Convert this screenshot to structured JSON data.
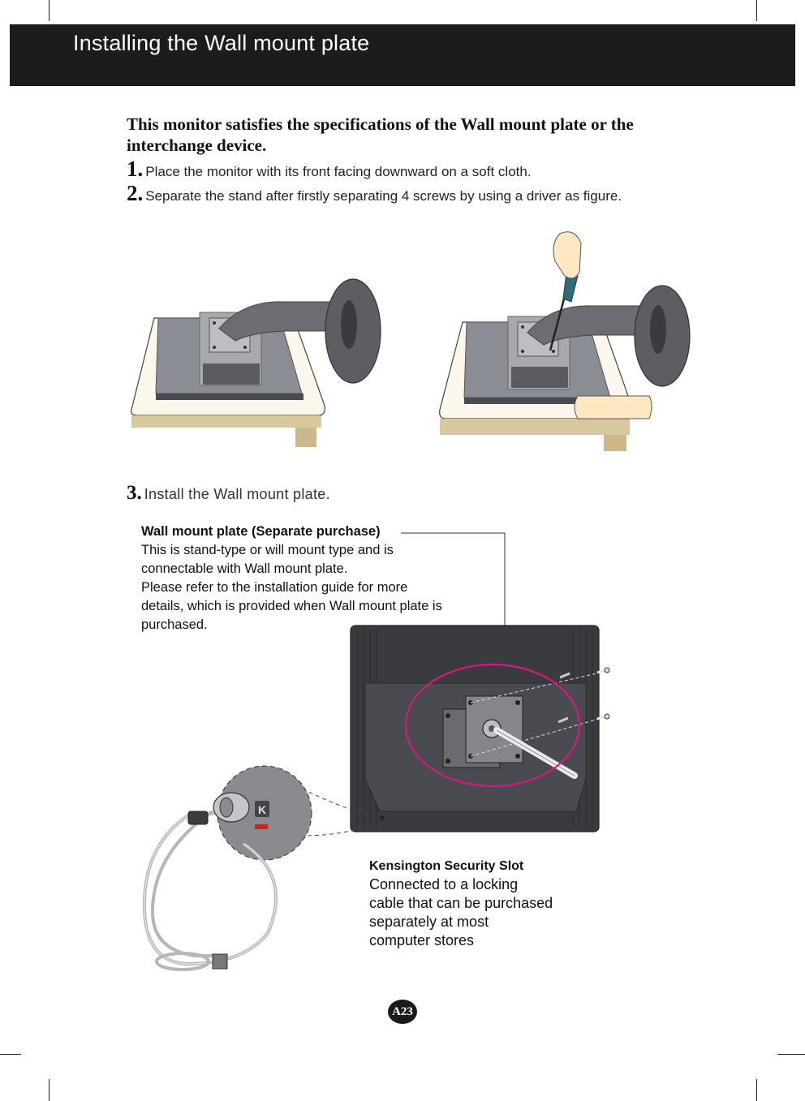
{
  "header": {
    "title": "Installing the Wall mount plate"
  },
  "intro": "This monitor satisfies the specifications of the Wall mount plate or the interchange device.",
  "steps": [
    {
      "num": "1.",
      "text": "Place the monitor with its front facing downward on a soft cloth."
    },
    {
      "num": "2.",
      "text": "Separate the stand after firstly separating 4 screws by using a driver as figure."
    },
    {
      "num": "3.",
      "text": "Install the Wall mount plate."
    }
  ],
  "wall_mount": {
    "title": "Wall mount plate (Separate purchase)",
    "lines": [
      "This is stand-type or will mount type and is",
      "connectable with Wall mount plate.",
      "Please refer to the installation guide for more",
      "details, which is provided when Wall mount plate is",
      "purchased."
    ]
  },
  "kensington": {
    "title": "Kensington Security Slot",
    "lines": [
      "Connected to a locking",
      "cable that can be purchased",
      "separately at most",
      "computer stores"
    ]
  },
  "page_number": "A23",
  "colors": {
    "header_bg": "#1c1c1c",
    "highlight_circle": "#d6197d",
    "table_top": "#d8c8a0",
    "panel_gray": "#8a8d94"
  }
}
